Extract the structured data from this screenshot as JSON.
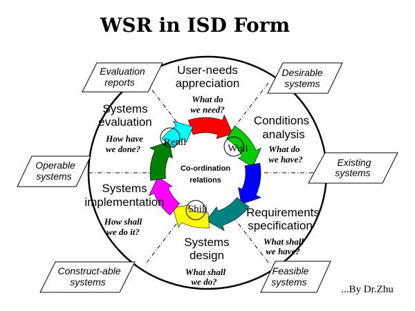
{
  "title": "WSR in ISD Form",
  "stages": {
    "top": {
      "line1": "User-needs",
      "line2": "appreciation",
      "q1": "What do",
      "q2": "we need?"
    },
    "upper_right": {
      "line1": "Conditions",
      "line2": "analysis",
      "q1": "What do",
      "q2": "we have?"
    },
    "lower_right": {
      "line1": "Requirements",
      "line2": "specification",
      "q1": "What shall",
      "q2": "we have?"
    },
    "bottom": {
      "line1": "Systems",
      "line2": "design",
      "q1": "What shall",
      "q2": "we do?"
    },
    "lower_left": {
      "line1": "Systems",
      "line2": "implementation",
      "q1": "How shall",
      "q2": "we do it?"
    },
    "upper_left": {
      "line1": "Systems",
      "line2": "evaluation",
      "q1": "How have",
      "q2": "we done?"
    }
  },
  "outputs": {
    "evaluation_reports": {
      "line1": "Evaluation",
      "line2": "reports"
    },
    "desirable_systems": {
      "line1": "Desirable",
      "line2": "systems"
    },
    "existing_systems": {
      "line1": "Existing",
      "line2": "systems"
    },
    "feasible_systems": {
      "line1": "Feasible",
      "line2": "systems"
    },
    "constructable_systems": {
      "line1": "Construct-able",
      "line2": "systems"
    },
    "operable_systems": {
      "line1": "Operable",
      "line2": "systems"
    }
  },
  "center": {
    "line1": "Co-ordination",
    "line2": "relations"
  },
  "ring_labels": {
    "wuli": "Wuli",
    "shili": "Shili",
    "renli": "Renli"
  },
  "credit": "...By Dr.Zhu",
  "colors": {
    "red": "#ff0000",
    "green": "#00cc00",
    "blue": "#0000ff",
    "teal": "#008080",
    "yellow": "#ffff00",
    "magenta": "#ff00ff",
    "dark_green": "#008000",
    "cyan": "#00ffff"
  }
}
